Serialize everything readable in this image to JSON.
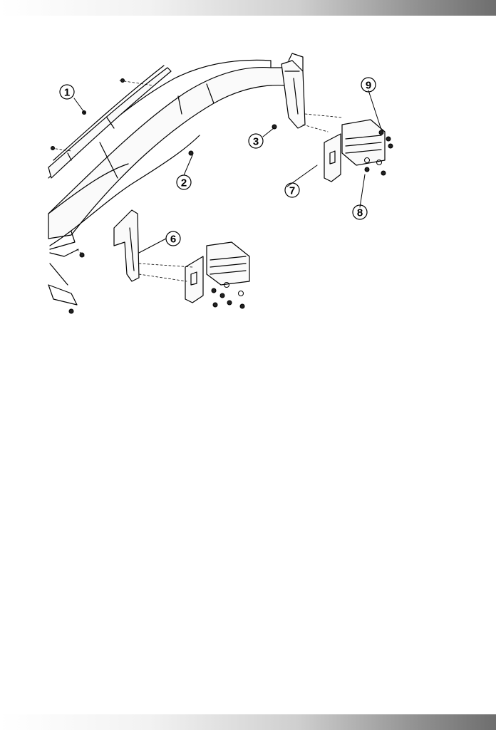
{
  "callouts": [
    {
      "id": "c1",
      "label": "1"
    },
    {
      "id": "c2",
      "label": "2"
    },
    {
      "id": "c3",
      "label": "3"
    },
    {
      "id": "c6",
      "label": "6"
    },
    {
      "id": "c7",
      "label": "7"
    },
    {
      "id": "c8",
      "label": "8"
    },
    {
      "id": "c9",
      "label": "9"
    }
  ],
  "colors": {
    "line": "#000000",
    "bar_dark": "#6e6e6e",
    "bar_light": "#ffffff"
  }
}
